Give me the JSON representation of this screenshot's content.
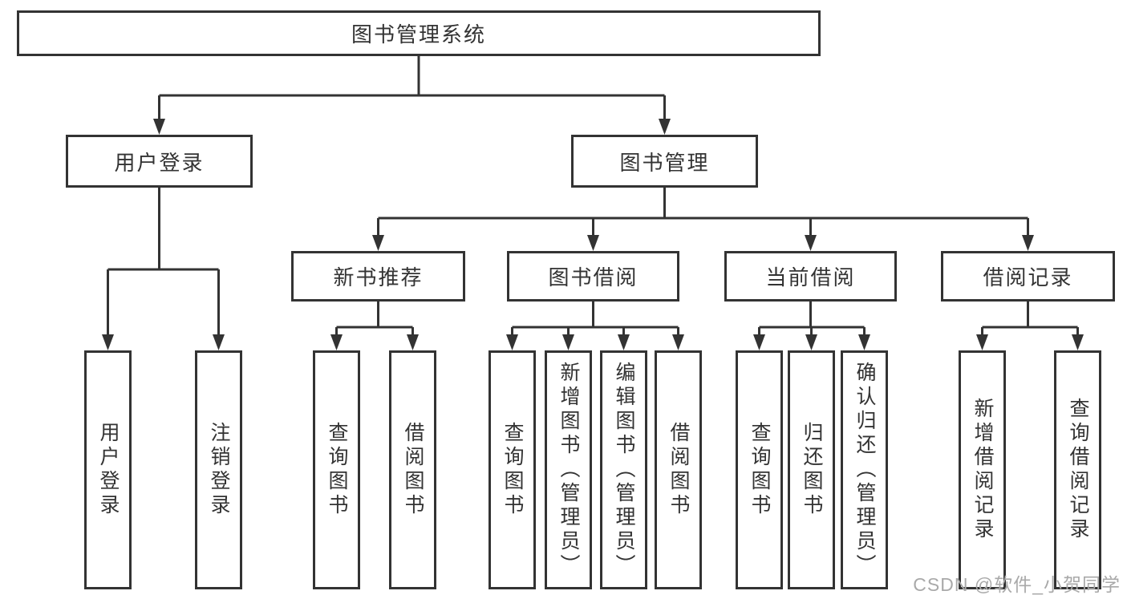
{
  "diagram": {
    "root": {
      "label": "图书管理系统"
    },
    "level2": [
      {
        "label": "用户登录"
      },
      {
        "label": "图书管理"
      }
    ],
    "level3": [
      {
        "label": "新书推荐"
      },
      {
        "label": "图书借阅"
      },
      {
        "label": "当前借阅"
      },
      {
        "label": "借阅记录"
      }
    ],
    "leaves": [
      {
        "label": "用户登录"
      },
      {
        "label": "注销登录"
      },
      {
        "label": "查询图书"
      },
      {
        "label": "借阅图书"
      },
      {
        "label": "查询图书"
      },
      {
        "label": "新增图书（管理员）"
      },
      {
        "label": "编辑图书（管理员）"
      },
      {
        "label": "借阅图书"
      },
      {
        "label": "查询图书"
      },
      {
        "label": "归还图书"
      },
      {
        "label": "确认归还（管理员）"
      },
      {
        "label": "新增借阅记录"
      },
      {
        "label": "查询借阅记录"
      }
    ]
  },
  "watermark": {
    "text": "CSDN @软件_小贺同学"
  },
  "colors": {
    "line": "#333333",
    "box_border": "#333333",
    "box_fill": "#ffffff",
    "text": "#333333",
    "watermark": "#a9a9a9",
    "background": "#ffffff"
  }
}
